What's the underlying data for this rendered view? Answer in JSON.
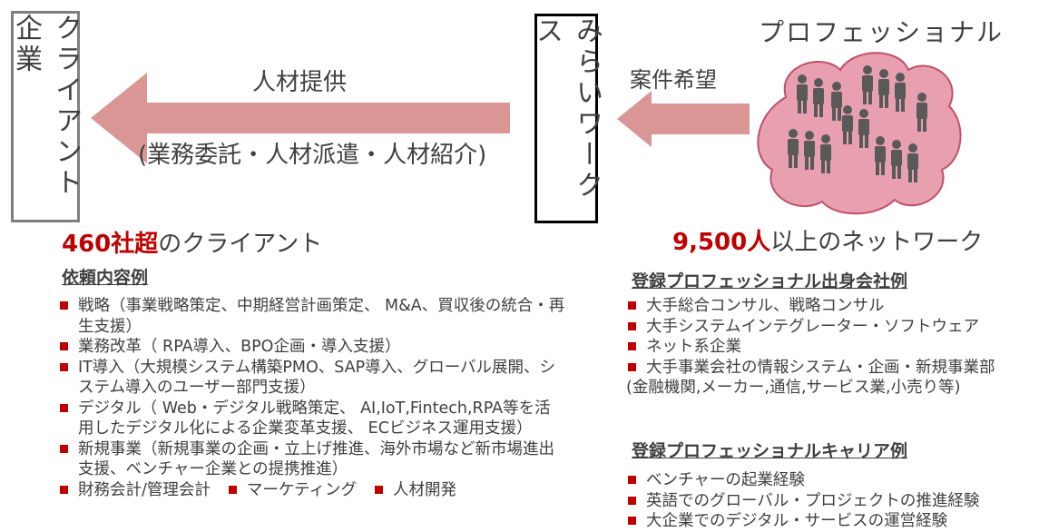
{
  "client_box": {
    "label": "クライアント企業"
  },
  "mirai_box": {
    "label": "みらいワークス"
  },
  "arrows": {
    "supply_label": "人材提供",
    "forms_label": "(業務委託・人材派遣・人材紹介)",
    "wish_label": "案件希望"
  },
  "professional": {
    "title": "プロフェッショナル"
  },
  "client_count": {
    "number": "460社超",
    "suffix": "のクライアント"
  },
  "network_count": {
    "number": "9,500人",
    "suffix": "以上のネットワーク"
  },
  "request_section": {
    "title": "依頼内容例",
    "items": [
      "戦略（事業戦略策定、中期経営計画策定、 M&A、買収後の統合・再生支援）",
      "業務改革（ RPA導入、BPO企画・導入支援）",
      "IT導入（大規模システム構築PMO、SAP導入、グローバル展開、システム導入のユーザー部門支援）",
      "デジタル（ Web・デジタル戦略策定、 AI,IoT,Fintech,RPA等を活用したデジタル化による企業変革支援、 ECビジネス運用支援）",
      "新規事業（新規事業の企画・立上げ推進、海外市場など新市場進出支援、ベンチャー企業との提携推進）"
    ],
    "inline_items": [
      "財務会計/管理会計",
      "マーケティング",
      "人材開発"
    ]
  },
  "pro_company_section": {
    "title": "登録プロフェッショナル出身会社例",
    "items": [
      "大手総合コンサル、戦略コンサル",
      "大手システムインテグレーター・ソフトウェア",
      "ネット系企業",
      "大手事業会社の情報システム・企画・新規事業部",
      "(金融機関,メーカー,通信,サービス業,小売り等)"
    ]
  },
  "career_section": {
    "title": "登録プロフェッショナルキャリア例",
    "items": [
      "ベンチャーの起業経験",
      "英語でのグローバル・プロジェクトの推進経験",
      "大企業でのデジタル・サービスの運営経験"
    ]
  },
  "colors": {
    "accent_red": "#c00000",
    "arrow_fill": "#d99694",
    "cloud_fill": "#e8a0b0",
    "people": "#595959"
  }
}
